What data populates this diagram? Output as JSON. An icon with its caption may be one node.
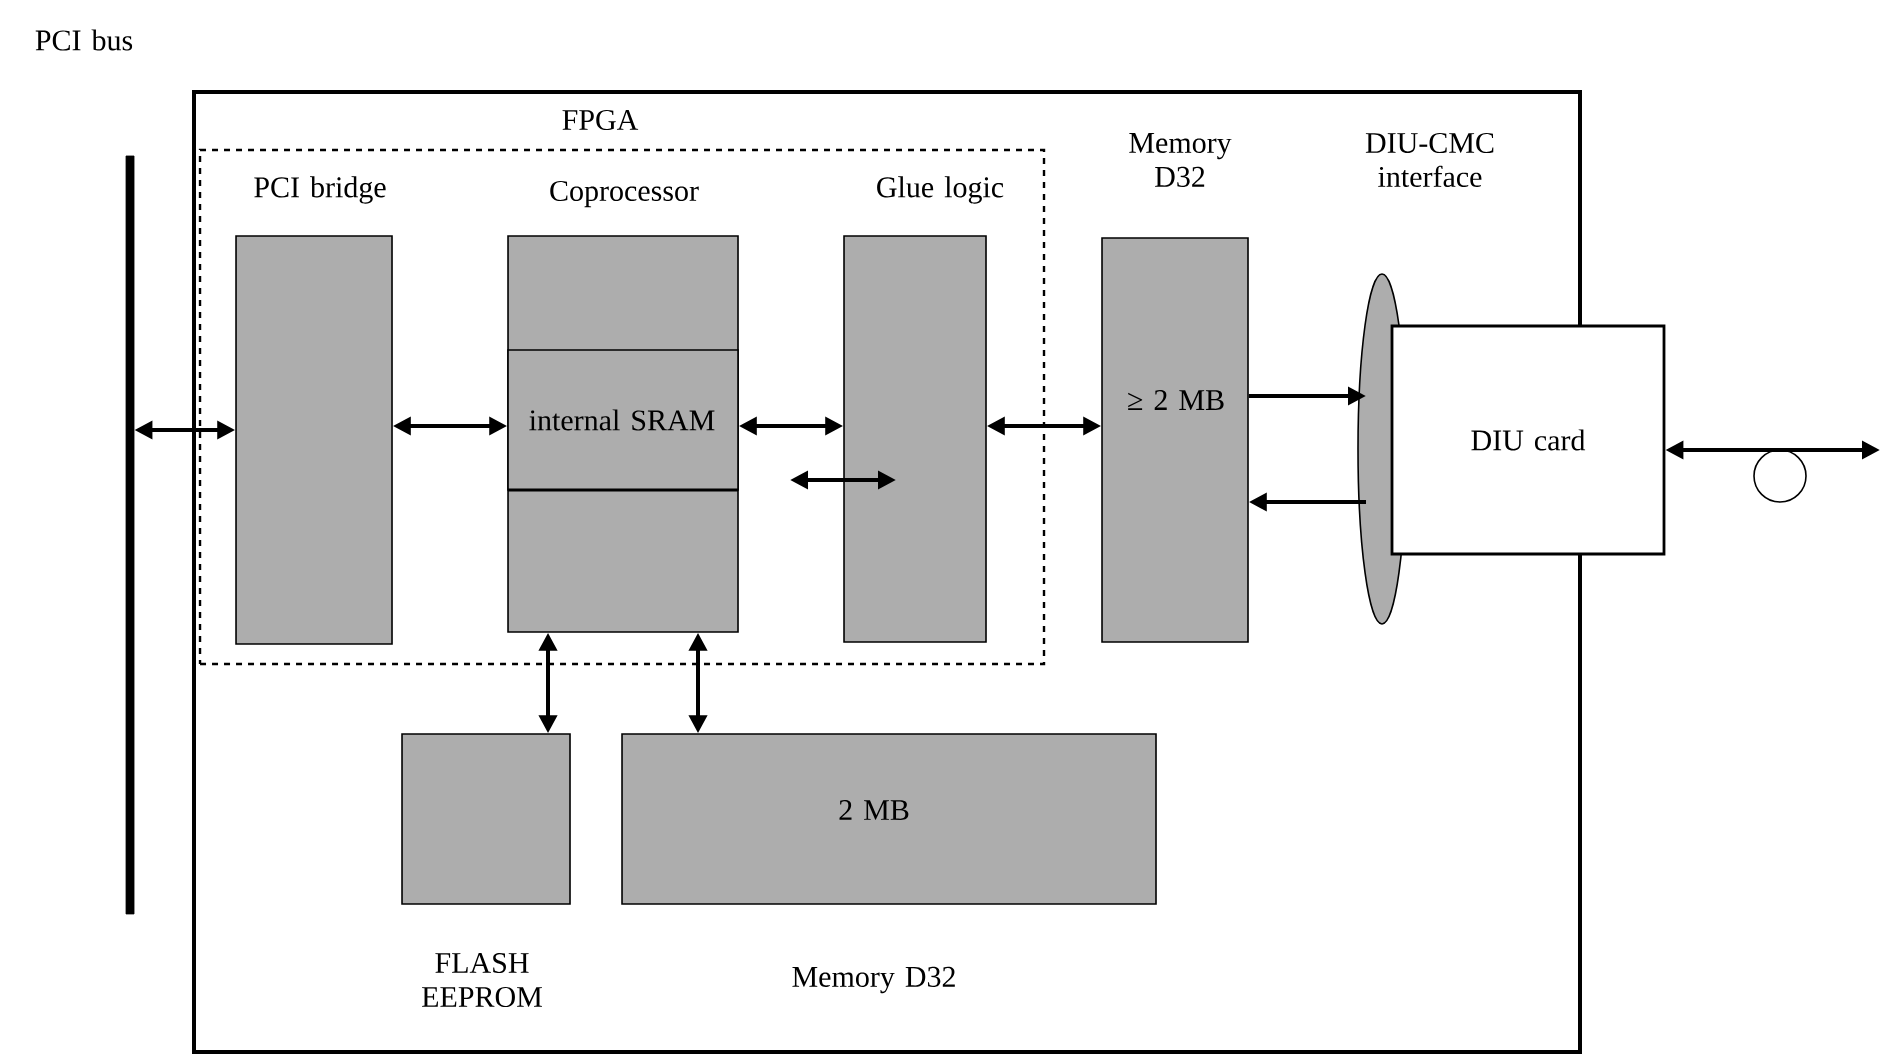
{
  "diagram": {
    "nodes": [
      {
        "text": [],
        "shape": "bar",
        "beside": [
          "PCI bus"
        ]
      },
      {
        "text": [],
        "shape": "box"
      },
      {
        "text": [
          "FPGA"
        ],
        "in": 1
      },
      {
        "text": [
          "PCI bridge"
        ],
        "in": 2
      },
      {
        "text": [
          "Coprocessor"
        ],
        "in": 2
      },
      {
        "text": [
          "internal SRAM"
        ],
        "in": 4
      },
      {
        "text": [
          "Glue logic"
        ],
        "in": 2
      },
      {
        "text": [
          "Memory D32",
          "≥ 2 MB"
        ],
        "in": 1
      },
      {
        "text": [
          "DIU-CMC interface"
        ],
        "in": 1
      },
      {
        "text": [
          "DIU card"
        ]
      },
      {
        "text": [
          "FLASH EEPROM"
        ],
        "in": 1
      },
      {
        "text": [
          "2 MB",
          "Memory D32"
        ],
        "in": 1
      }
    ],
    "edges": [
      {
        "from": 0,
        "to": 3,
        "arrow": "both"
      },
      {
        "from": 3,
        "to": 5,
        "arrow": "both"
      },
      {
        "from": 5,
        "to": 6,
        "arrow": "both"
      },
      {
        "from": null,
        "to": 6,
        "arrow": "both"
      },
      {
        "from": 6,
        "to": 7,
        "arrow": "both"
      },
      {
        "from": 7,
        "to": 8,
        "arrow": "to"
      },
      {
        "from": 8,
        "to": 7,
        "arrow": "to"
      },
      {
        "from": 9,
        "to": null,
        "arrow": "both"
      },
      {
        "from": 4,
        "to": 10,
        "arrow": "both"
      },
      {
        "from": 4,
        "to": 11,
        "arrow": "both"
      }
    ]
  }
}
